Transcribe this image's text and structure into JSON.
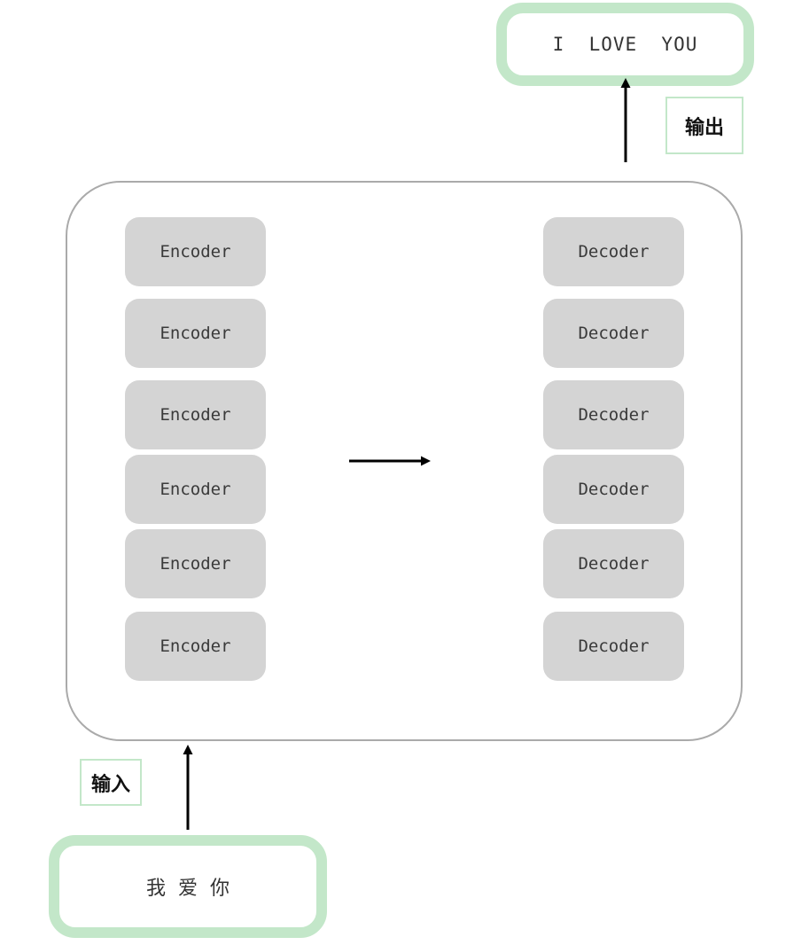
{
  "output": {
    "text": "I  LOVE  YOU",
    "label": "输出"
  },
  "input": {
    "text": "我  爱  你",
    "label": "输入"
  },
  "encoders": [
    "Encoder",
    "Encoder",
    "Encoder",
    "Encoder",
    "Encoder",
    "Encoder"
  ],
  "decoders": [
    "Decoder",
    "Decoder",
    "Decoder",
    "Decoder",
    "Decoder",
    "Decoder"
  ],
  "colors": {
    "io_border": "#c3e7c9",
    "frame_border": "#aaaaaa",
    "block_fill": "#d4d4d4",
    "arrow": "#000000"
  },
  "icons": {
    "output_arrow": "arrow-up-icon",
    "input_arrow": "arrow-up-icon",
    "flow_arrow": "arrow-right-icon"
  }
}
